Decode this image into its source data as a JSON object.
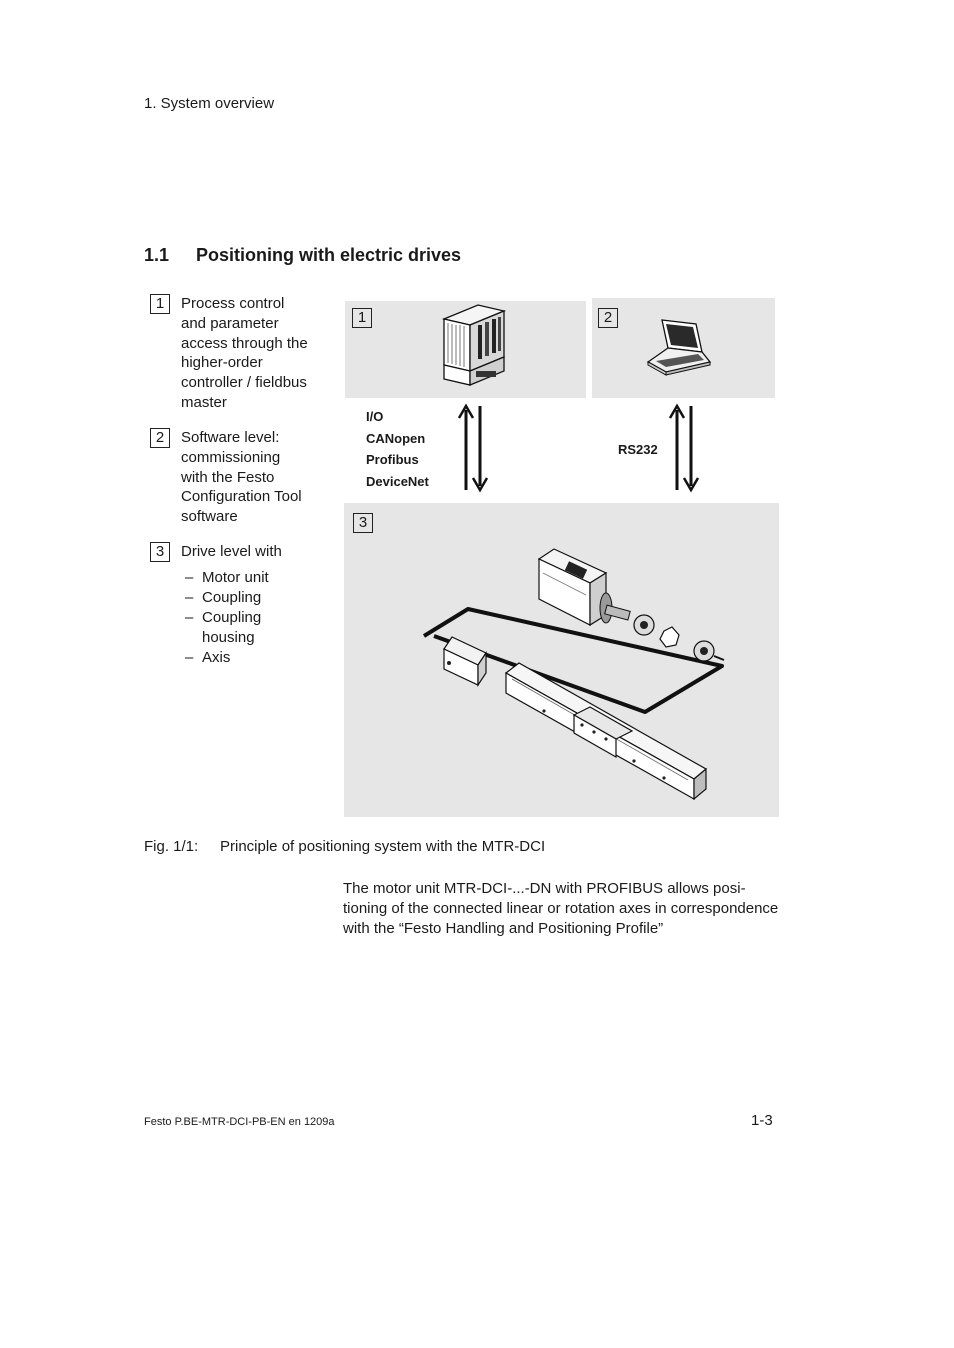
{
  "header": {
    "chapter": "1.  System overview"
  },
  "section": {
    "number": "1.1",
    "title": "Positioning with electric drives"
  },
  "legend": [
    {
      "num": "1",
      "text": "Process control and parameter access through the higher-order controller / fieldbus master"
    },
    {
      "num": "2",
      "text": "Software level: commissioning with the Festo Configuration Tool software"
    },
    {
      "num": "3",
      "text": "Drive level with"
    }
  ],
  "drive_components": [
    "Motor unit",
    "Coupling",
    "Coupling housing",
    "Axis"
  ],
  "list_dash": "–",
  "figure": {
    "panels": [
      {
        "num": "1",
        "icon": "controller-rack"
      },
      {
        "num": "2",
        "icon": "laptop"
      },
      {
        "num": "3",
        "icon": "drive-assembly"
      }
    ],
    "left_link_protocols": [
      "I/O",
      "CANopen",
      "Profibus",
      "DeviceNet"
    ],
    "right_link_protocol": "RS232"
  },
  "caption": {
    "label": "Fig. 1/1:",
    "text": "Principle of positioning system with the MTR-DCI"
  },
  "body": "The motor unit MTR-DCI-...-DN with PROFIBUS allows posi­tioning of the connected linear or rotation axes in corres­pondence with the “Festo Handling and Positioning Profile”",
  "footer": {
    "doc": "Festo P.BE-MTR-DCI-PB-EN  en 1209a",
    "page": "1-3"
  },
  "colors": {
    "panel_bg": "#e6e6e6",
    "ink": "#1a1a1a"
  }
}
